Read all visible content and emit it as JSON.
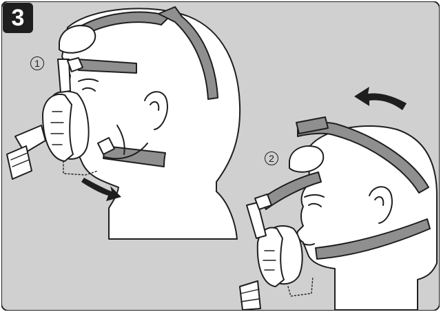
{
  "step": {
    "number": "3"
  },
  "callouts": [
    {
      "label": "1"
    },
    {
      "label": "2"
    }
  ],
  "colors": {
    "background": "#d0d0d0",
    "outline": "#1e1e1e",
    "strap": "#8f8f8f",
    "head": "#ffffff",
    "badge": "#1e1e1e"
  },
  "icons": {
    "rotate_arrow": "curved-arrow-down-icon",
    "tilt_arrow": "curved-arrow-left-icon"
  }
}
